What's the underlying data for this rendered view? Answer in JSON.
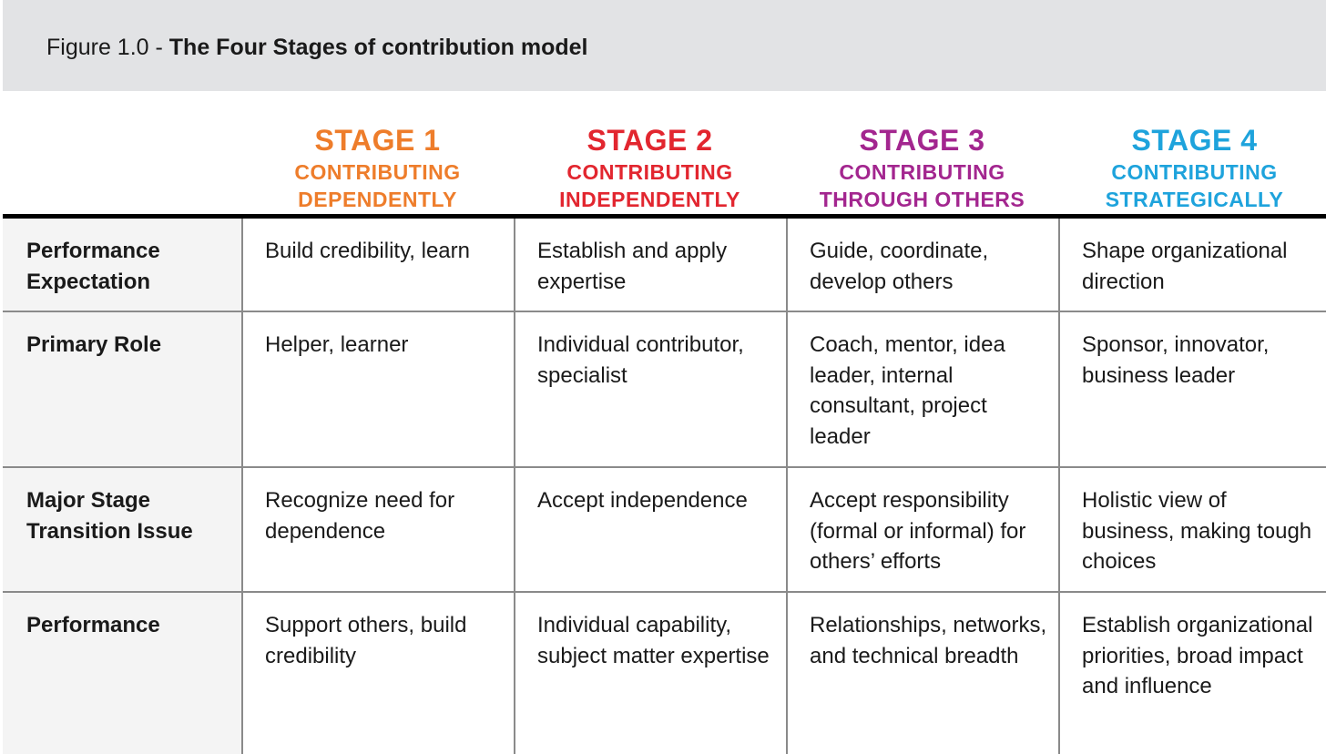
{
  "figure": {
    "prefix": "Figure 1.0 - ",
    "title": "The Four Stages of contribution model"
  },
  "stages": [
    {
      "number": "STAGE 1",
      "line1": "CONTRIBUTING",
      "line2": "DEPENDENTLY",
      "color": "#ee7d2b"
    },
    {
      "number": "STAGE 2",
      "line1": "CONTRIBUTING",
      "line2": "INDEPENDENTLY",
      "color": "#e2262f"
    },
    {
      "number": "STAGE 3",
      "line1": "CONTRIBUTING",
      "line2": "THROUGH OTHERS",
      "color": "#a3268f"
    },
    {
      "number": "STAGE 4",
      "line1": "CONTRIBUTING",
      "line2": "STRATEGICALLY",
      "color": "#1ea3dc"
    }
  ],
  "rows": [
    {
      "label": "Performance Expectation",
      "cells": [
        "Build credibility, learn",
        "Establish and apply expertise",
        "Guide, coordinate, develop others",
        "Shape organizational direction"
      ]
    },
    {
      "label": "Primary Role",
      "cells": [
        "Helper, learner",
        "Individual contributor, specialist",
        "Coach, mentor, idea leader, internal consultant, project leader",
        "Sponsor, innovator, business leader"
      ]
    },
    {
      "label": "Major Stage Transition Issue",
      "cells": [
        "Recognize need for dependence",
        "Accept independence",
        "Accept responsibility (formal or informal) for others’ efforts",
        "Holistic view of business, making tough choices"
      ]
    },
    {
      "label": "Performance",
      "cells": [
        "Support others, build credibility",
        "Individual capability, subject matter expertise",
        "Relationships, networks, and technical breadth",
        "Establish organizational priorities, broad impact and influence"
      ]
    }
  ]
}
